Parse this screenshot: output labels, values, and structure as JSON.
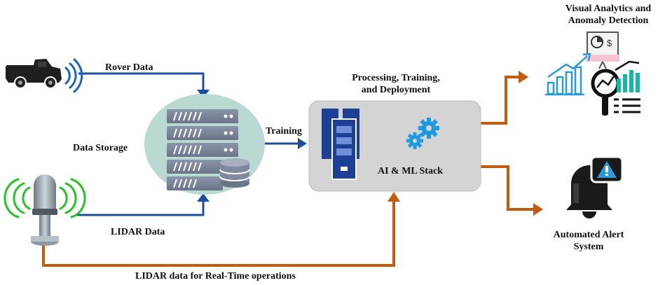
{
  "labels": {
    "rover_data": "Rover Data",
    "data_storage": "Data Storage",
    "training": "Training",
    "lidar_data": "LIDAR Data",
    "lidar_realtime": "LIDAR data for Real-Time operations",
    "processing_line1": "Processing, Training,",
    "processing_line2": "and Deployment",
    "ai_ml_stack": "AI & ML Stack",
    "visual_line1": "Visual Analytics and",
    "visual_line2": "Anomaly Detection",
    "alert_line1": "Automated Alert",
    "alert_line2": "System"
  },
  "colors": {
    "blue_arrow": "#1f4e9c",
    "orange_arrow": "#c55a11",
    "storage_oval": "#b9d9d2",
    "server_gray": "#7f8aa0",
    "processing_box": "#d4d4d4",
    "server_blue": "#1e3f96",
    "gear_blue": "#1e9be0",
    "chart_blue": "#2a9bd8",
    "chart_teal": "#14b8a6",
    "alert_dark": "#1a1a1a",
    "radio_green": "#22c522",
    "radio_blue": "#1565c0"
  },
  "icons": [
    "truck-icon",
    "lidar-sensor-icon",
    "server-rack-icon",
    "database-icon",
    "server-tower-icon",
    "gears-icon",
    "analytics-icon",
    "bell-alert-icon"
  ]
}
